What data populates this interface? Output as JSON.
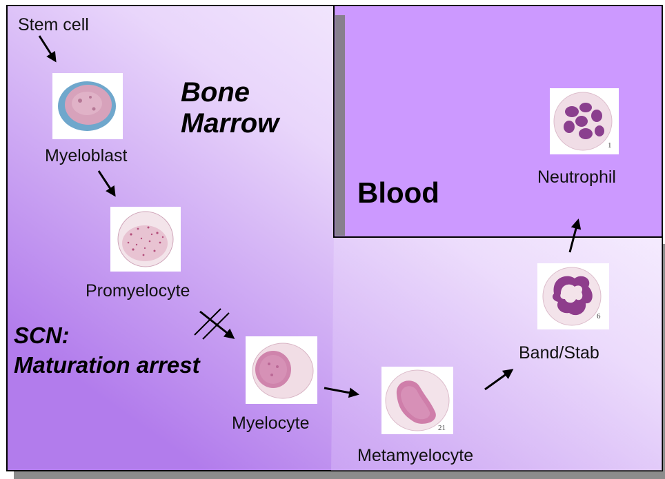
{
  "regions": {
    "bone_marrow_title": [
      "Bone",
      "Marrow"
    ],
    "blood_title": "Blood",
    "scn_title": "SCN:",
    "scn_subtitle": "Maturation arrest"
  },
  "stages": [
    {
      "id": "stem-cell",
      "label": "Stem cell"
    },
    {
      "id": "myeloblast",
      "label": "Myeloblast"
    },
    {
      "id": "promyelocyte",
      "label": "Promyelocyte"
    },
    {
      "id": "myelocyte",
      "label": "Myelocyte"
    },
    {
      "id": "metamyelocyte",
      "label": "Metamyelocyte",
      "plate_number": "21"
    },
    {
      "id": "band-stab",
      "label": "Band/Stab",
      "plate_number": "6"
    },
    {
      "id": "neutrophil",
      "label": "Neutrophil",
      "plate_number": "1"
    }
  ],
  "blocked_transition": {
    "from": "Promyelocyte",
    "to": "Myelocyte"
  },
  "colors": {
    "marrow_light": "#f6eefc",
    "marrow_dark": "#b77ef0",
    "blood_fill": "#cc99ff",
    "nucleus": "#8a3f8e",
    "cytoplasm": "#f0dde6"
  }
}
